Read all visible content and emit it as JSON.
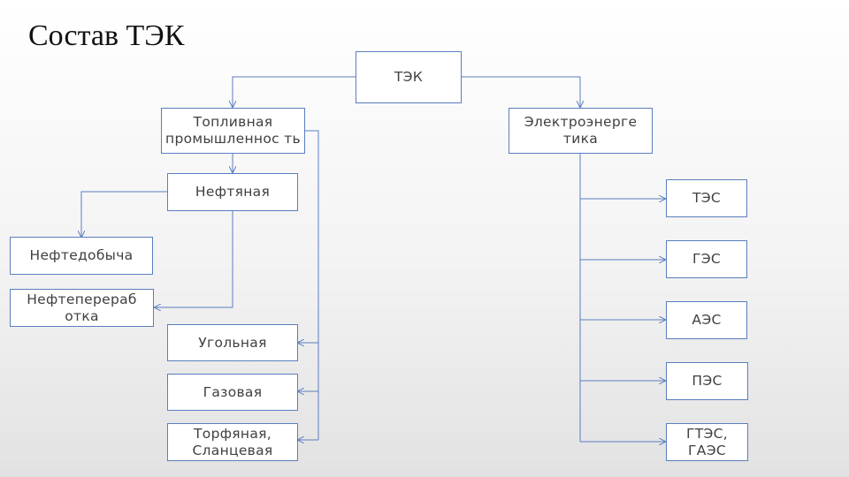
{
  "title": "Состав ТЭК",
  "nodes": {
    "tek": "ТЭК",
    "fuel": "Топливная промышленнос ть",
    "oil": "Нефтяная",
    "oil_extraction": "Нефтедобыча",
    "oil_refining": "Нефтеперераб отка",
    "coal": "Угольная",
    "gas": "Газовая",
    "peat_shale": "Торфяная, Сланцевая",
    "electric": "Электроэнерге тика",
    "tes": "ТЭС",
    "ges": "ГЭС",
    "aes": "АЭС",
    "pes": "ПЭС",
    "gtes_gaes": "ГТЭС, ГАЭС"
  },
  "colors": {
    "line": "#5b7dbf",
    "box_border": "#5b7dbf"
  }
}
